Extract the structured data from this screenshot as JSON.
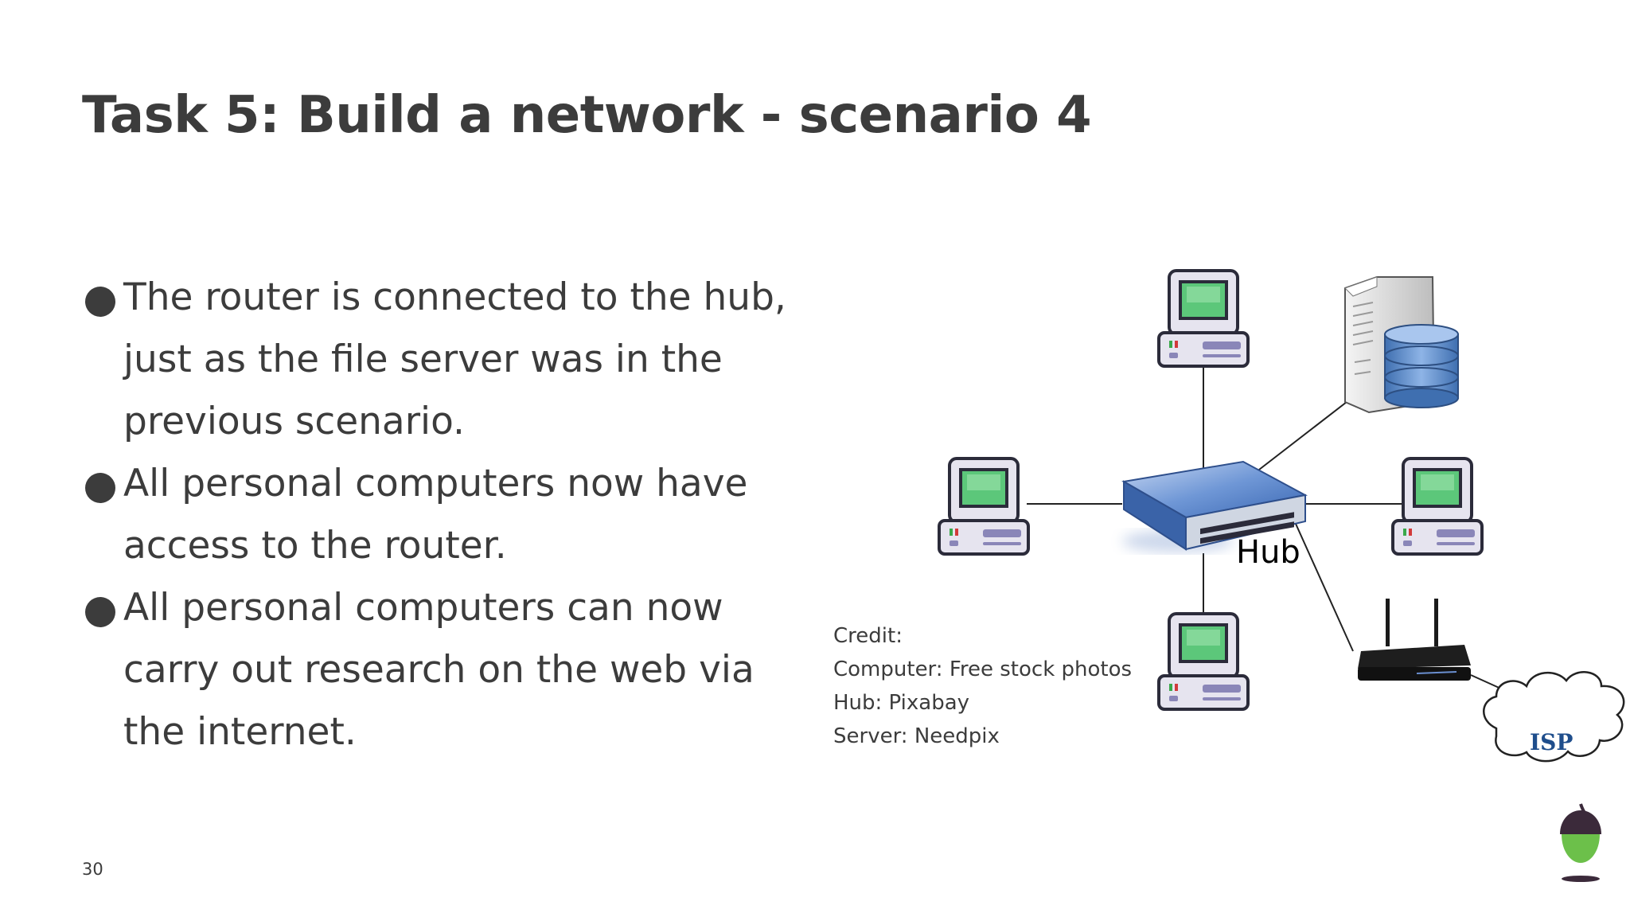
{
  "slide": {
    "title": "Task 5: Build a network - scenario 4",
    "page_number": "30",
    "bullets": [
      "The router is connected to the hub, just as the file server was in the previous scenario.",
      "All personal computers now have access to the router.",
      "All personal computers can now carry out research on the web via the internet."
    ]
  },
  "credits": {
    "heading": "Credit:",
    "computer": "Computer: Free stock photos",
    "hub": "Hub: Pixabay",
    "server": "Server: Needpix"
  },
  "diagram": {
    "hub_label": "Hub",
    "isp_label": "ISP",
    "nodes": [
      {
        "name": "computer-top",
        "type": "computer"
      },
      {
        "name": "computer-left",
        "type": "computer"
      },
      {
        "name": "computer-right",
        "type": "computer"
      },
      {
        "name": "computer-bottom",
        "type": "computer"
      },
      {
        "name": "file-server",
        "type": "server"
      },
      {
        "name": "router",
        "type": "router"
      },
      {
        "name": "isp-cloud",
        "type": "cloud"
      }
    ],
    "colors": {
      "hub": "#4a78c2",
      "screen": "#5cc77a",
      "computer_case": "#e6e4ef",
      "outline": "#2b2b3a",
      "isp_text": "#1f4e8c",
      "logo_green": "#6cc04a",
      "logo_dark": "#3b2a3a"
    }
  }
}
